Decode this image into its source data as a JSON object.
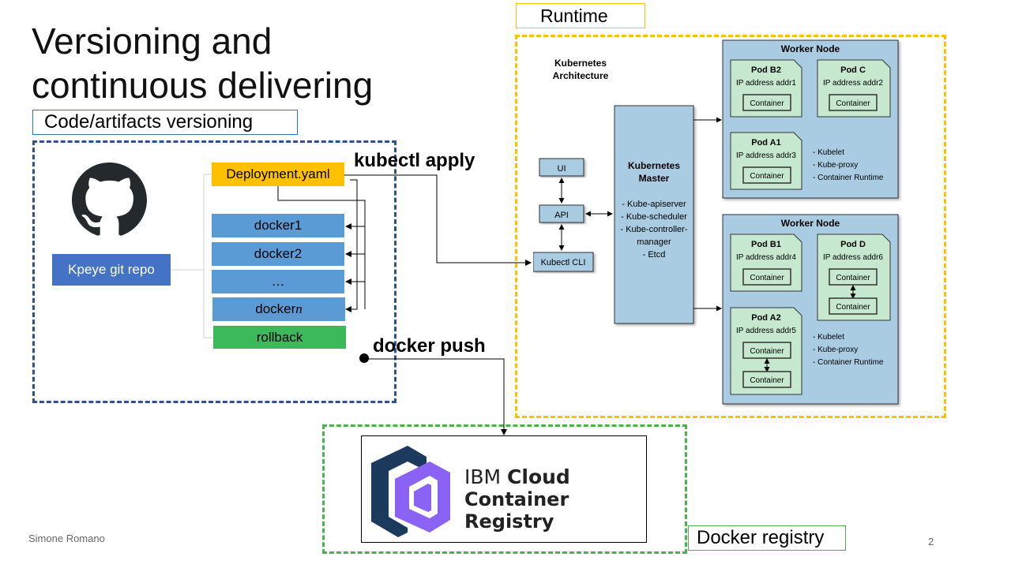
{
  "slide": {
    "title_line1": "Versioning and",
    "title_line2": "continuous delivering",
    "author": "Simone Romano",
    "page_number": "2"
  },
  "labels": {
    "code_versioning": "Code/artifacts versioning",
    "runtime": "Runtime",
    "docker_registry": "Docker registry",
    "kubectl_apply": "kubectl apply",
    "docker_push": "docker push"
  },
  "repo": {
    "label": "Kpeye git repo",
    "icon": "github-icon"
  },
  "artifacts": {
    "deployment": "Deployment.yaml",
    "items": [
      "docker1",
      "docker2",
      "…",
      "docker"
    ],
    "item_n_suffix": "n",
    "rollback": "rollback"
  },
  "kubernetes": {
    "title_line1": "Kubernetes",
    "title_line2": "Architecture",
    "ui": "UI",
    "api": "API",
    "kubectl_cli": "Kubectl CLI",
    "master_title1": "Kubernetes",
    "master_title2": "Master",
    "master_items": [
      "- Kube-apiserver",
      "- Kube-scheduler",
      "- Kube-controller-",
      "manager",
      "- Etcd"
    ],
    "worker_node": "Worker Node",
    "container": "Container",
    "node_services": [
      "- Kubelet",
      "- Kube-proxy",
      "- Container Runtime"
    ],
    "node1_pods": [
      {
        "name": "Pod B2",
        "ip": "IP address addr1"
      },
      {
        "name": "Pod C",
        "ip": "IP address addr2"
      },
      {
        "name": "Pod A1",
        "ip": "IP address addr3"
      }
    ],
    "node2_pods": [
      {
        "name": "Pod B1",
        "ip": "IP address addr4"
      },
      {
        "name": "Pod D",
        "ip": "IP address addr6"
      },
      {
        "name": "Pod A2",
        "ip": "IP address addr5"
      }
    ]
  },
  "registry": {
    "brand": "IBM",
    "line1_bold": "Cloud",
    "line2": "Container Registry",
    "icon": "ibm-cloud-container-registry-logo"
  },
  "colors": {
    "blue_dash": "#2f528f",
    "yellow_dash": "#ffc000",
    "green_dash": "#4caf50",
    "k8s_blue": "#a9cce3",
    "pod_green": "#c6e8cf"
  }
}
